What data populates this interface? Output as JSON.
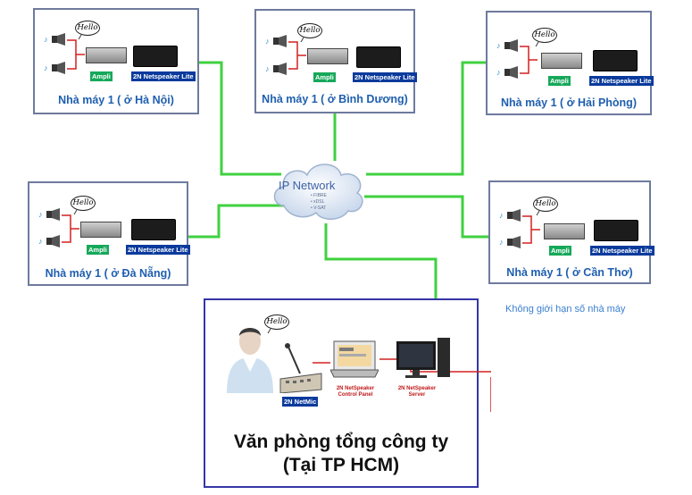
{
  "cloud": {
    "title": "IP Network",
    "items": [
      "• FIBRE",
      "• xDSL",
      "• V-SAT"
    ]
  },
  "sites": [
    {
      "label": "Nhà máy 1 ( ở Hà Nội)"
    },
    {
      "label": "Nhà máy 1 ( ở Bình Dương)"
    },
    {
      "label": "Nhà máy 1 ( ở Hải Phòng)"
    },
    {
      "label": "Nhà máy 1 ( ở Đà Nẵng)"
    },
    {
      "label": "Nhà máy 1 ( ở Cần Thơ)"
    }
  ],
  "device_labels": {
    "ampli": "Ampli",
    "netspeaker": "2N Netspeaker Lite",
    "hello": "Hello"
  },
  "note": "Không giới hạn số nhà máy",
  "hq": {
    "title_line1": "Văn phòng tổng công ty",
    "title_line2": "(Tại TP HCM)",
    "netmic": "2N NetMic",
    "control_panel": "2N NetSpeaker Control Panel",
    "server": "2N NetSpeaker Server"
  },
  "colors": {
    "link": "#3fd13f",
    "site_border": "#6e7a9e",
    "hq_border": "#3535a8",
    "label_blue": "#1f5fb0",
    "red_wire": "#d42020"
  }
}
